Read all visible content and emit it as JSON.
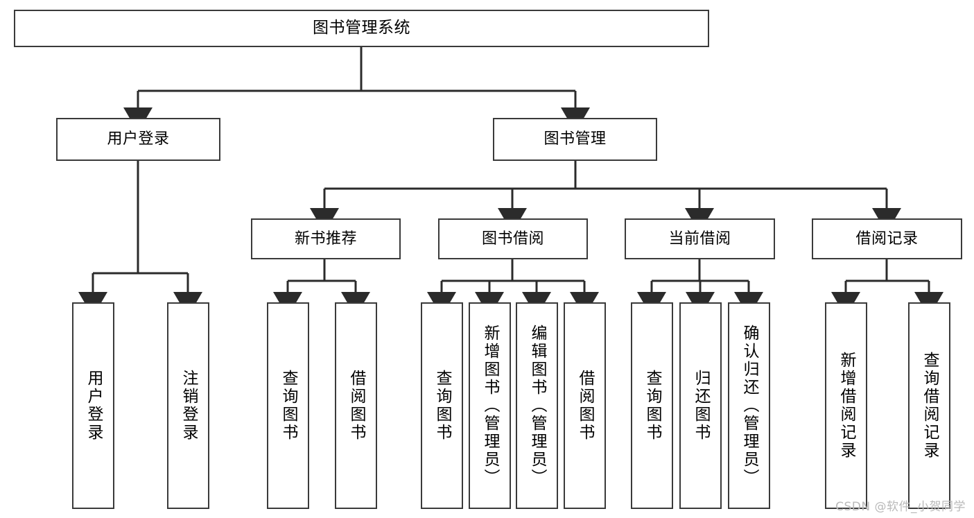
{
  "diagram": {
    "type": "tree",
    "title": "图书管理系统",
    "watermark": "CSDN @软件_小贺同学",
    "colors": {
      "box_border": "#3a3a3a",
      "box_fill": "#ffffff",
      "connector": "#2b2b2b",
      "text": "#000000",
      "watermark": "#b9b9b9",
      "background": "#ffffff"
    },
    "nodes": {
      "root": {
        "label": "图书管理系统"
      },
      "level2": [
        {
          "label": "用户登录"
        },
        {
          "label": "图书管理"
        }
      ],
      "level3": [
        {
          "label": "新书推荐"
        },
        {
          "label": "图书借阅"
        },
        {
          "label": "当前借阅"
        },
        {
          "label": "借阅记录"
        }
      ],
      "leaves": {
        "user_login": [
          {
            "label": "用户登录"
          },
          {
            "label": "注销登录"
          }
        ],
        "new_book_recommend": [
          {
            "label": "查询图书"
          },
          {
            "label": "借阅图书"
          }
        ],
        "book_borrow": [
          {
            "label": "查询图书"
          },
          {
            "label": "新增图书（管理员）"
          },
          {
            "label": "编辑图书（管理员）"
          },
          {
            "label": "借阅图书"
          }
        ],
        "current_borrow": [
          {
            "label": "查询图书"
          },
          {
            "label": "归还图书"
          },
          {
            "label": "确认归还（管理员）"
          }
        ],
        "borrow_record": [
          {
            "label": "新增借阅记录"
          },
          {
            "label": "查询借阅记录"
          }
        ]
      }
    }
  }
}
